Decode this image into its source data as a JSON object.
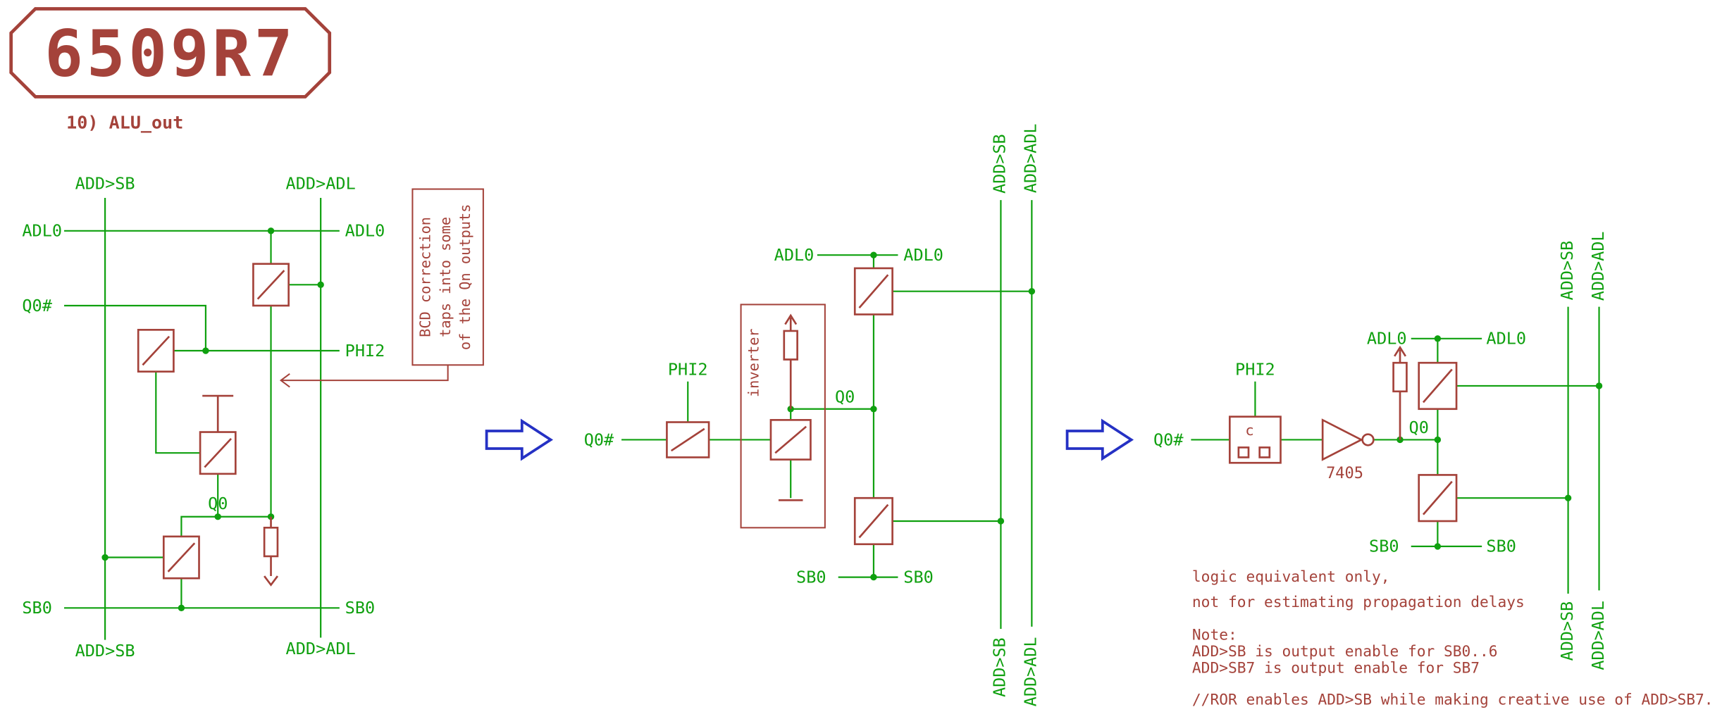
{
  "header": {
    "logo": "6509R7",
    "subtitle": "10) ALU_out"
  },
  "colors": {
    "wire_green": "#0fa00f",
    "symbol_red": "#a4423a",
    "arrow_blue": "#2531c4",
    "background": "#ffffff"
  },
  "net_labels": {
    "add_sb": "ADD>SB",
    "add_adl": "ADD>ADL",
    "adl0": "ADL0",
    "q0_not": "Q0#",
    "q0": "Q0",
    "phi2": "PHI2",
    "sb0": "SB0"
  },
  "annotations": {
    "bcd_line1": "BCD correction",
    "bcd_line2": "taps into some",
    "bcd_line3": "of the Qn outputs",
    "inverter_label": "inverter",
    "inverter_part": "7405",
    "clock_pin": "c"
  },
  "notes": {
    "disclaimer_line1": "logic equivalent only,",
    "disclaimer_line2": "not for estimating propagation delays",
    "note_title": "Note:",
    "note_line1": "ADD>SB is output enable for SB0..6",
    "note_line2": "ADD>SB7 is output enable for SB7",
    "comment": "//ROR enables ADD>SB while making creative use of ADD>SB7."
  }
}
